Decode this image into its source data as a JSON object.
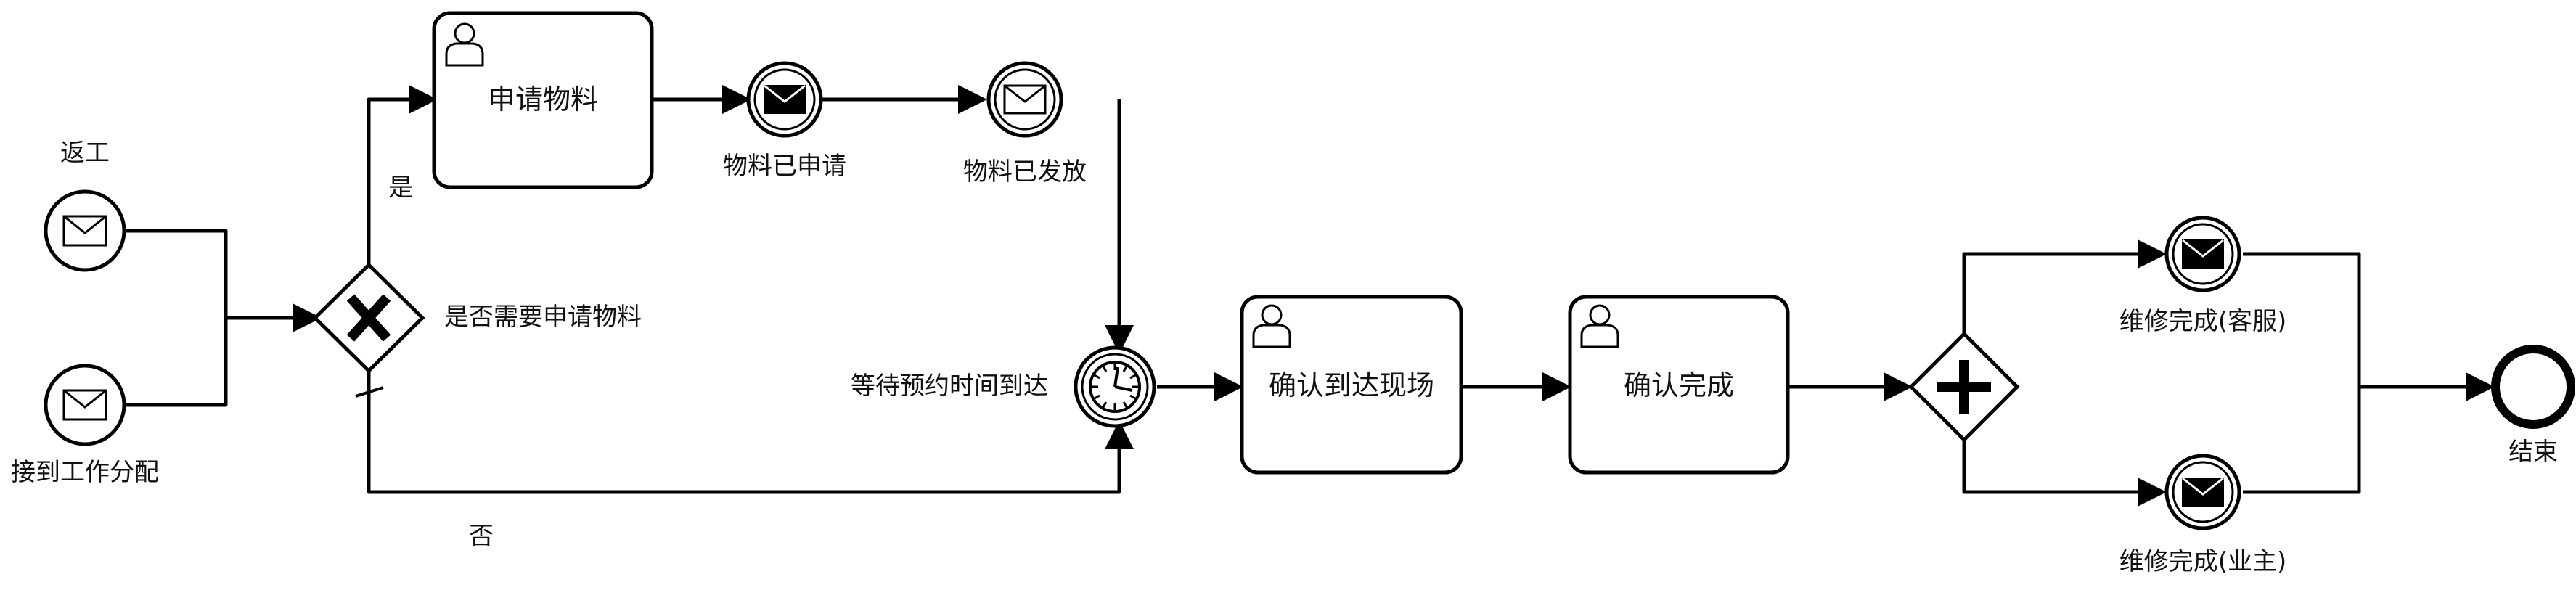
{
  "diagram": {
    "events": {
      "start_rework": "返工",
      "start_assign": "接到工作分配",
      "msg_material_requested": "物料已申请",
      "msg_material_issued": "物料已发放",
      "timer_wait": "等待预约时间到达",
      "msg_done_service": "维修完成(客服)",
      "msg_done_owner": "维修完成(业主)",
      "end": "结束"
    },
    "gateways": {
      "need_material": "是否需要申请物料"
    },
    "flows": {
      "yes": "是",
      "no": "否"
    },
    "tasks": {
      "request_material": "申请物料",
      "confirm_arrival": "确认到达现场",
      "confirm_done": "确认完成"
    }
  },
  "colors": {
    "stroke": "#000000",
    "fill": "#ffffff"
  },
  "icons": {
    "message": "envelope-icon",
    "user": "user-icon",
    "timer": "clock-icon",
    "exclusive": "x-mark-icon",
    "parallel": "plus-icon"
  }
}
